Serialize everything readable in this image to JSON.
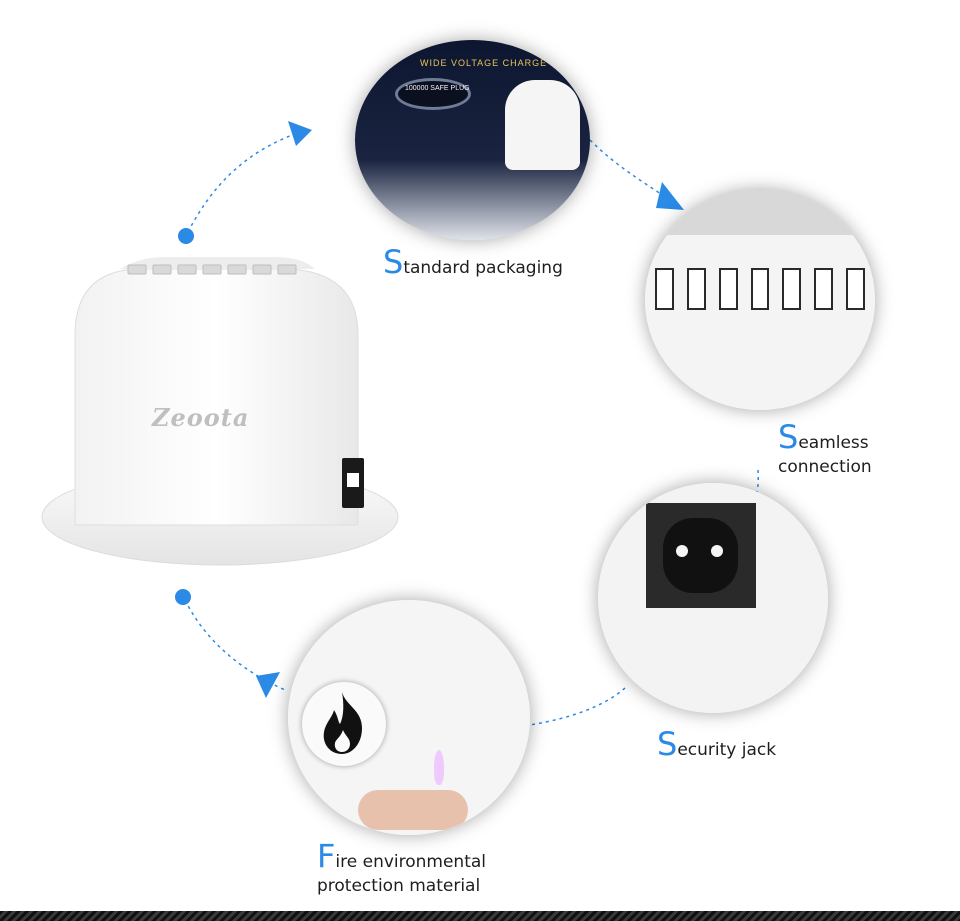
{
  "product": {
    "brand": "Zeoota",
    "colors": {
      "accent": "#2a8ae6",
      "body": "#ffffff",
      "dark": "#1a1a1a"
    },
    "usb_ports": 7
  },
  "features": [
    {
      "initial": "S",
      "rest": "tandard packaging",
      "lines": [
        "tandard packaging"
      ]
    },
    {
      "initial": "S",
      "rest": "eamless",
      "lines": [
        "eamless",
        "connection"
      ]
    },
    {
      "initial": "S",
      "rest": "ecurity jack",
      "lines": [
        "ecurity jack"
      ]
    },
    {
      "initial": "F",
      "rest": "ire environmental",
      "lines": [
        "ire environmental",
        "protection material"
      ]
    }
  ],
  "packaging": {
    "banner": "WIDE VOLTAGE CHARGE",
    "magnifier_text": "100000 SAFE PLUG"
  }
}
